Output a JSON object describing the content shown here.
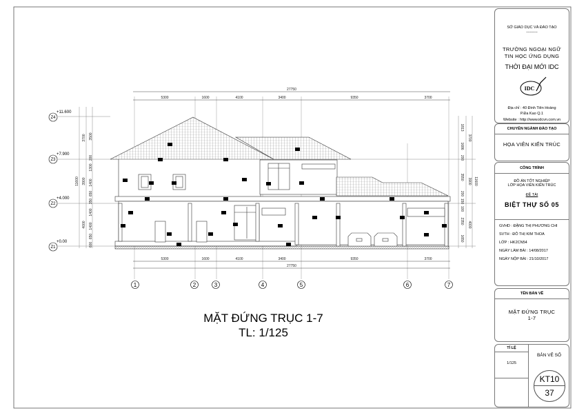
{
  "drawing": {
    "title": "MẶT ĐỨNG TRỤC 1-7",
    "scale": "TL: 1/125",
    "total_dim": "27750",
    "bay_dims": [
      "5300",
      "1600",
      "4100",
      "3400",
      "9350",
      "3700"
    ],
    "axes": [
      "1",
      "2",
      "3",
      "4",
      "5",
      "6",
      "7"
    ],
    "levels": [
      {
        "name": "Z4",
        "value": "+11.600"
      },
      {
        "name": "Z3",
        "value": "+7.900"
      },
      {
        "name": "Z2",
        "value": "+4.000"
      },
      {
        "name": "Z1",
        "value": "+0.00"
      }
    ],
    "left_dims": {
      "total": "11600",
      "floors": [
        "3700",
        "3900",
        "4000"
      ],
      "details": [
        "3500",
        "200",
        "1300",
        "1400",
        "650",
        "350",
        "1400",
        "1400",
        "650",
        "600"
      ]
    },
    "right_dims": {
      "total": "11600",
      "floors": [
        "3700",
        "3900",
        "4000"
      ],
      "details": [
        "1813",
        "1686",
        "200",
        "3550",
        "200",
        "150",
        "100",
        "2350",
        "1650"
      ]
    }
  },
  "title_block": {
    "department": "SỞ GIÁO DỤC VÀ ĐÀO TẠO",
    "dashes": "---------",
    "school_line1": "TRƯỜNG NGOẠI NGỮ",
    "school_line2": "TIN HỌC ỨNG DỤNG",
    "school_name": "THỜI ĐẠI MỚI IDC",
    "logo_text": "IDC",
    "address_label": "Địa chỉ",
    "address_line1": ": 40 Đinh Tiên Hoàng",
    "address_line2": "P.Đa Kao   Q.1",
    "website": "Website : http://www.idcvn.com.vn",
    "major_label": "CHUYÊN NGÀNH ĐÀO TẠO",
    "major": "HỌA VIÊN KIẾN TRÚC",
    "project_label": "CÔNG TRÌNH",
    "project_line1": "ĐỒ ÁN TỐT NGHIỆP",
    "project_line2": "LỚP HỌA VIÊN KIẾN TRÚC",
    "topic_label": "ĐỀ TÀI",
    "topic": "BIỆT THỰ SỐ 05",
    "gvhd": "GVHD  : ĐẶNG THỊ PHƯƠNG CHI",
    "svth": "SVTH   : ĐỖ THỊ KIM THOA",
    "lop": "LỚP     : HK2CN54",
    "ngay_lam": "NGÀY LÀM BÀI   : 14/08/2017",
    "ngay_nop": "NGÀY NỘP BÀI   : 21/10/2017",
    "sheet_name_label": "TÊN BẢN VẼ",
    "sheet_name_line1": "MẶT ĐỨNG TRỤC",
    "sheet_name_line2": "1-7",
    "scale_label": "TỈ LỆ",
    "scale_value": "1/125",
    "sheet_no_label": "BẢN VẼ SỐ",
    "sheet_code": "KT10",
    "sheet_number": "37"
  }
}
